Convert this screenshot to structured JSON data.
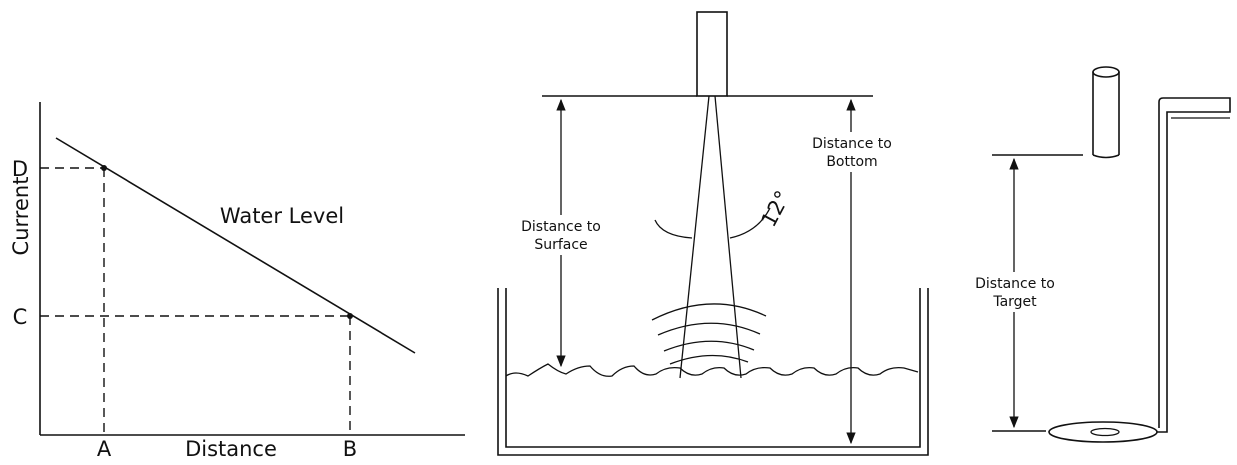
{
  "graph": {
    "y_axis_label": "Current",
    "x_axis_label": "Distance",
    "line_label": "Water Level",
    "y_ticks": [
      "D",
      "C"
    ],
    "x_ticks": [
      "A",
      "B"
    ]
  },
  "tank": {
    "label_surface_1": "Distance to",
    "label_surface_2": "Surface",
    "label_bottom_1": "Distance to",
    "label_bottom_2": "Bottom",
    "beam_angle": "12°"
  },
  "target": {
    "label_1": "Distance to",
    "label_2": "Target"
  }
}
